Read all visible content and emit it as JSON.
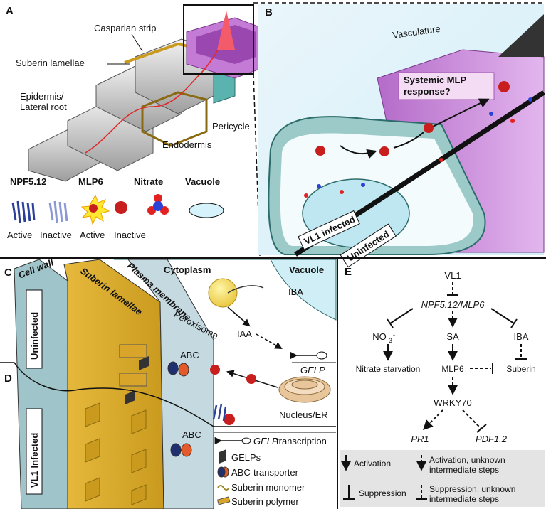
{
  "panelA": {
    "letter": "A",
    "casparian": "Casparian strip",
    "suberin": "Suberin lamellae",
    "epidermis1": "Epidermis/",
    "epidermis2": "Lateral root",
    "endodermis": "Endodermis",
    "pericycle": "Pericycle",
    "legend": {
      "npf": "NPF5.12",
      "mlp": "MLP6",
      "nitrate": "Nitrate",
      "vacuole": "Vacuole",
      "active1": "Active",
      "inactive1": "Inactive",
      "active2": "Active",
      "inactive2": "Inactive"
    }
  },
  "panelB": {
    "letter": "B",
    "vasculature": "Vasculature",
    "systemic1": "Systemic MLP",
    "systemic2": "response?",
    "vl1": "VL1 infected",
    "uninfected": "Uninfected"
  },
  "panelC": {
    "letter": "C",
    "cellwall": "Cell wall",
    "suberin": "Suberin lamellae",
    "plasma": "Plasma membrane",
    "cytoplasm": "Cytoplasm",
    "vacuole": "Vacuole",
    "iba": "IBA",
    "peroxisome": "Peroxisome",
    "iaa": "IAA",
    "abc1": "ABC",
    "gelp": "GELP",
    "nucleus": "Nucleus/ER",
    "uninfected": "Uninfected"
  },
  "panelD": {
    "letter": "D",
    "vl1": "VL1 Infected",
    "abc2": "ABC",
    "legend": {
      "gelpTx": "GELP",
      "gelpTxSuffix": " transcription",
      "gelps": "GELPs",
      "abc": "ABC-transporter",
      "monomer": "Suberin monomer",
      "polymer": "Suberin polymer"
    }
  },
  "panelE": {
    "letter": "E",
    "vl1": "VL1",
    "npf": "NPF5.12/MLP6",
    "no3": "NO",
    "no3sub": "3",
    "no3sup": "-",
    "sa": "SA",
    "iba": "IBA",
    "nitrateStarv": "Nitrate starvation",
    "mlp6": "MLP6",
    "suberin": "Suberin",
    "wrky": "WRKY70",
    "pr1": "PR1",
    "pdf": "PDF1.2",
    "legend": {
      "activation": "Activation",
      "activationUnk1": "Activation, unknown",
      "activationUnk2": "intermediate steps",
      "suppression": "Suppression",
      "suppressionUnk1": "Suppression, unknown",
      "suppressionUnk2": "intermediate steps"
    }
  }
}
